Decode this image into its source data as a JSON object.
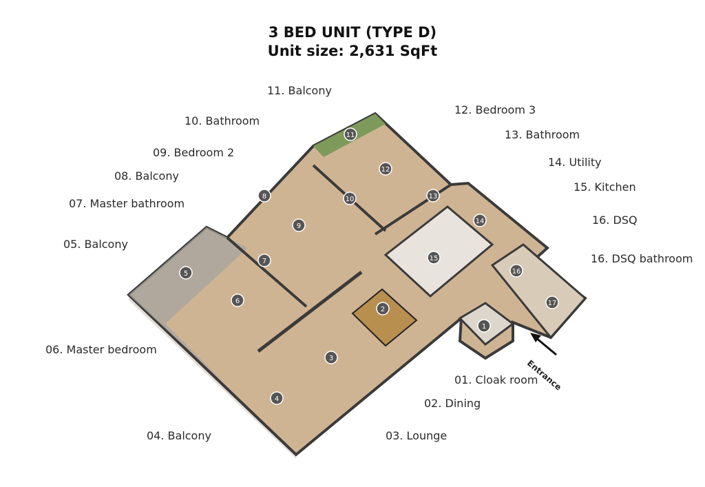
{
  "title": "3 BED UNIT (TYPE D)",
  "subtitle": "Unit size: 2,631 SqFt",
  "entrance_label": "Entrance",
  "rooms": [
    {
      "label": "01. Cloak room",
      "marker": "1"
    },
    {
      "label": "02. Dining",
      "marker": "2"
    },
    {
      "label": "03. Lounge",
      "marker": "3"
    },
    {
      "label": "04. Balcony",
      "marker": "4"
    },
    {
      "label": "05. Balcony",
      "marker": "5"
    },
    {
      "label": "06. Master bedroom",
      "marker": "6"
    },
    {
      "label": "07. Master bathroom",
      "marker": "7"
    },
    {
      "label": "08. Balcony",
      "marker": "8"
    },
    {
      "label": "09. Bedroom 2",
      "marker": "9"
    },
    {
      "label": "10. Bathroom",
      "marker": "10"
    },
    {
      "label": "11. Balcony",
      "marker": "11"
    },
    {
      "label": "12. Bedroom 3",
      "marker": "12"
    },
    {
      "label": "13. Bathroom",
      "marker": "13"
    },
    {
      "label": "14. Utility",
      "marker": "14"
    },
    {
      "label": "15. Kitchen",
      "marker": "15"
    },
    {
      "label": "16. DSQ",
      "marker": "16"
    },
    {
      "label": "16. DSQ bathroom",
      "marker": "17"
    }
  ],
  "colors": {
    "floor": "#cfb493",
    "wall": "#3a3a3a",
    "balcony": "#9a9a96",
    "marker": "#555555"
  }
}
